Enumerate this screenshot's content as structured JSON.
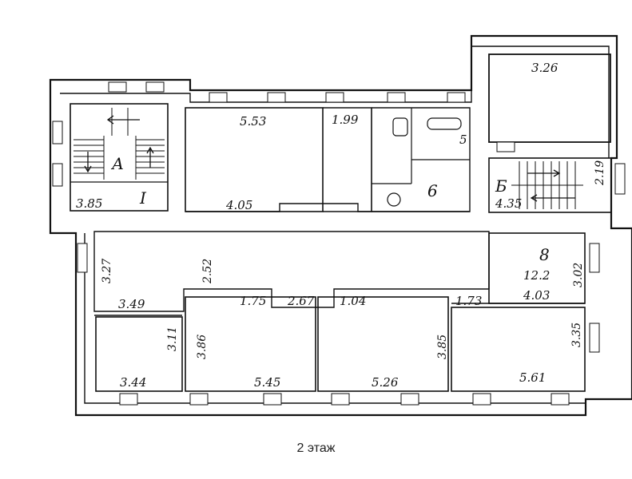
{
  "caption": "2 этаж",
  "rooms": {
    "stair_left": {
      "label": "А",
      "num": "I",
      "width": "3.85"
    },
    "room_top1": {
      "length": "5.53",
      "width": "4.05"
    },
    "room_top2": {
      "length": "1.99"
    },
    "wc": {
      "dim": "5",
      "num": "6"
    },
    "top_right": {
      "length": "3.26"
    },
    "stair_right": {
      "label": "Б",
      "width": "4.35",
      "side": "2.19"
    },
    "corridor": {
      "left_side": "3.27",
      "left_bottom": "3.49",
      "mid": "2.52",
      "seg1": "1.75",
      "seg2": "2.67",
      "seg3": "1.04"
    },
    "room8": {
      "num": "8",
      "length": "12.2",
      "width": "4.03",
      "side": "3.02",
      "small": "1.73"
    },
    "bottom1": {
      "length": "3.44",
      "side": "3.11"
    },
    "bottom2": {
      "length": "5.45",
      "side": "3.86"
    },
    "bottom3": {
      "length": "5.26",
      "side": "3.85"
    },
    "bottom4": {
      "length": "5.61",
      "side": "3.35"
    }
  },
  "colors": {
    "line": "#111111",
    "paper": "#ffffff"
  }
}
